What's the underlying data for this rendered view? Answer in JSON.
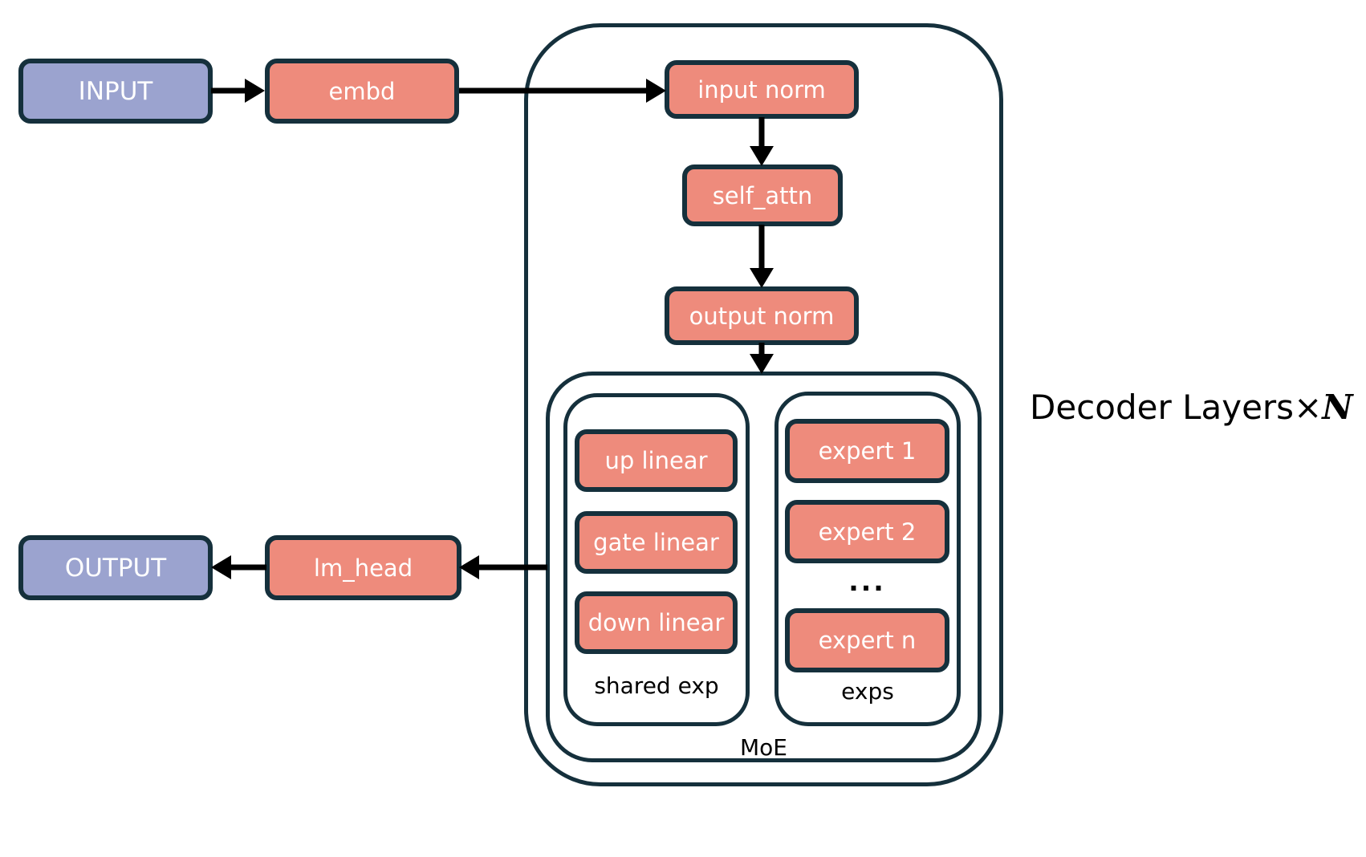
{
  "io": {
    "input": "INPUT",
    "output": "OUTPUT"
  },
  "pipeline": {
    "embd": "embd",
    "input_norm": "input norm",
    "self_attn": "self_attn",
    "output_norm": "output norm",
    "lm_head": "lm_head"
  },
  "moe": {
    "label": "MoE",
    "shared_expert": {
      "label": "shared exp",
      "layers": [
        "up linear",
        "gate linear",
        "down linear"
      ]
    },
    "experts": {
      "label": "exps",
      "ellipsis": "...",
      "items": [
        "expert 1",
        "expert 2",
        "expert n"
      ]
    }
  },
  "annotations": {
    "decoder_layers_prefix": "Decoder Layers×",
    "decoder_layers_n": "N"
  },
  "colors": {
    "module_fill": "#EE8B7C",
    "io_fill": "#9BA3CF",
    "outline": "#15303C",
    "arrow": "#000000",
    "text_on_fill": "#FFFFFF",
    "label_text": "#000000"
  }
}
